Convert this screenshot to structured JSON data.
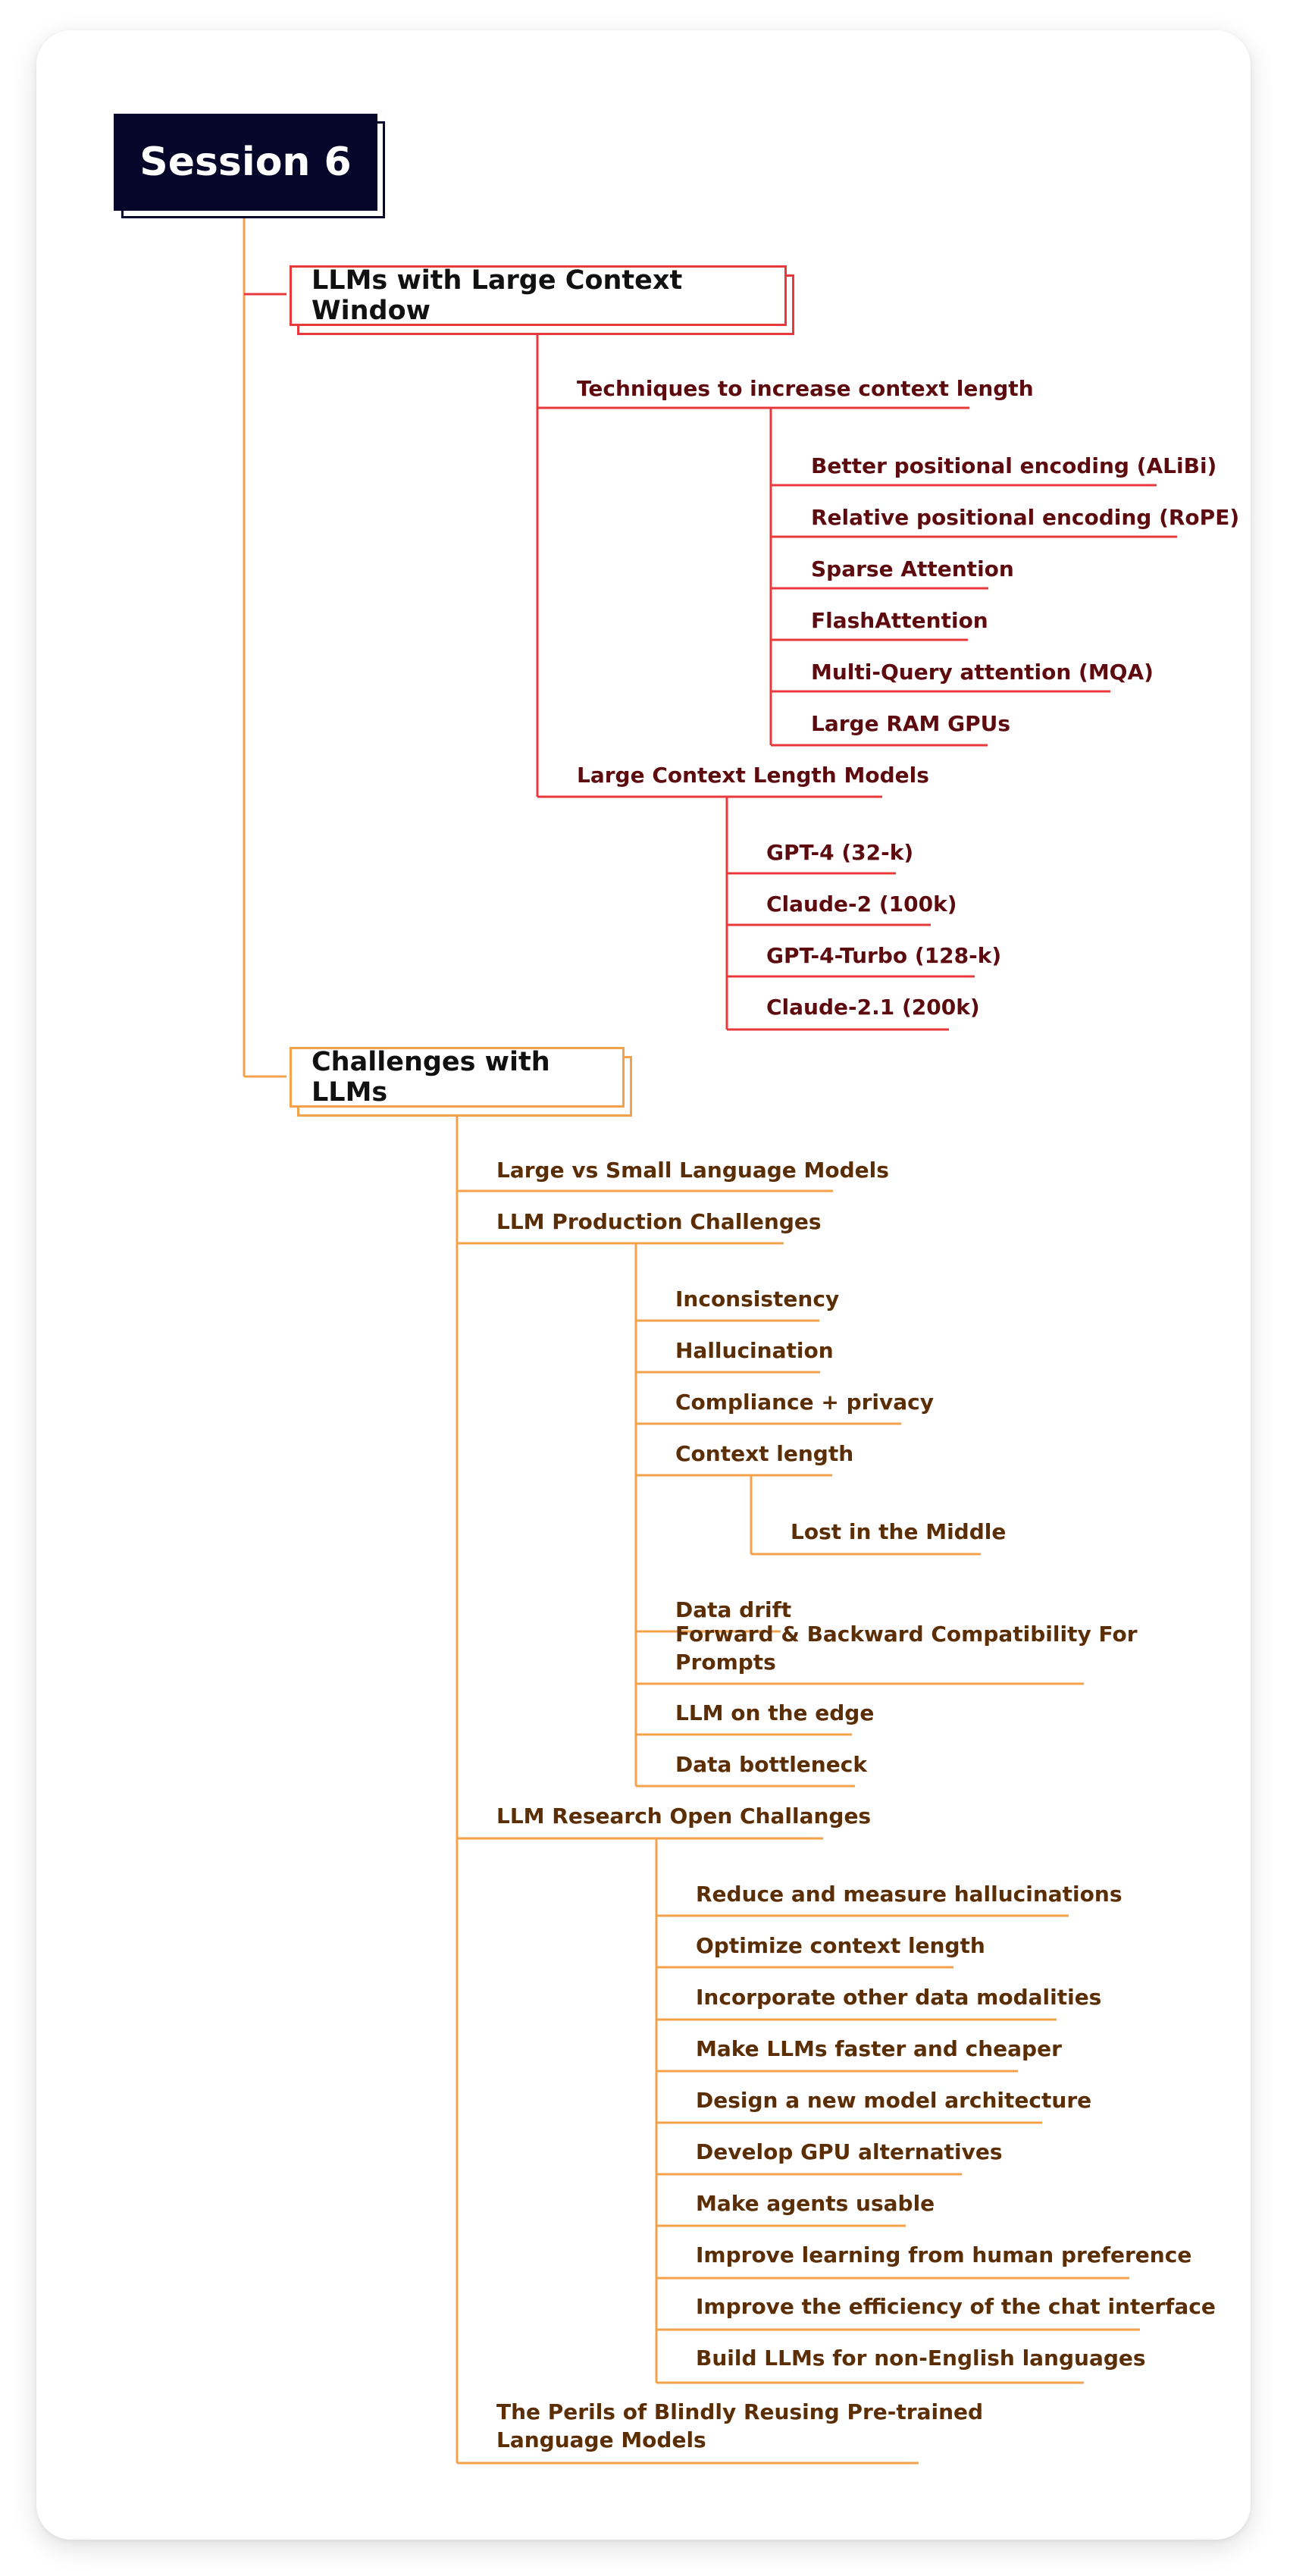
{
  "root": {
    "label": "Session 6"
  },
  "sections": [
    {
      "label": "LLMs with Large Context Window",
      "children": [
        {
          "label": "Techniques to increase context length",
          "children": [
            "Better positional encoding (ALiBi)",
            "Relative positional encoding (RoPE)",
            "Sparse Attention",
            "FlashAttention",
            "Multi-Query attention (MQA)",
            "Large RAM GPUs"
          ]
        },
        {
          "label": "Large Context Length Models",
          "children": [
            "GPT-4 (32-k)",
            "Claude-2 (100k)",
            "GPT-4-Turbo (128-k)",
            "Claude-2.1 (200k)"
          ]
        }
      ]
    },
    {
      "label": "Challenges with LLMs",
      "children": [
        {
          "label": "Large vs Small Language Models"
        },
        {
          "label": "LLM Production Challenges",
          "children": [
            "Inconsistency",
            "Hallucination",
            "Compliance + privacy",
            "Context length",
            "Lost in the Middle",
            "Data drift",
            "Forward & Backward Compatibility For",
            "Prompts",
            "LLM on the edge",
            "Data bottleneck"
          ]
        },
        {
          "label": "LLM Research Open Challanges",
          "children": [
            "Reduce and measure hallucinations",
            "Optimize context length",
            "Incorporate other data modalities",
            "Make LLMs faster and cheaper",
            "Design a new model architecture",
            "Develop GPU alternatives",
            "Make agents usable",
            "Improve learning from human preference",
            "Improve the efficiency of the chat interface",
            "Build LLMs for non-English languages"
          ]
        },
        {
          "label": "The Perils of Blindly Reusing Pre-trained",
          "label_line2": "Language Models"
        }
      ]
    }
  ],
  "colors": {
    "root_bg": "#06062a",
    "red_line": "#e8383c",
    "red_text": "#5e0b0f",
    "orange_line": "#f4a14c",
    "orange_text": "#5b2e06"
  }
}
